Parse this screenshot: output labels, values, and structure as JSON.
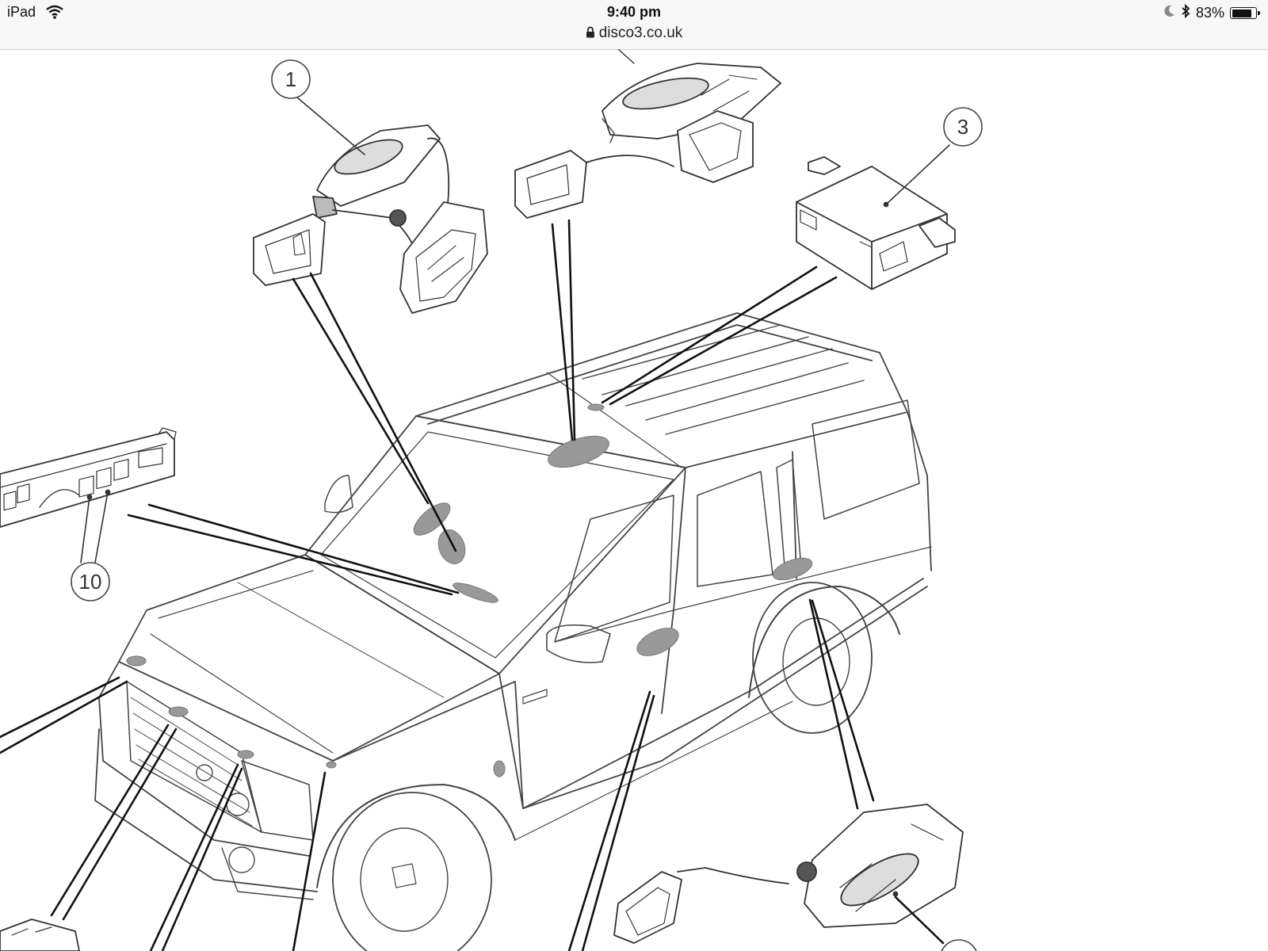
{
  "status_bar": {
    "device": "iPad",
    "time": "9:40 pm",
    "url": "disco3.co.uk",
    "battery_percent": "83%",
    "battery_level": 0.83
  },
  "icons": [
    "wifi-icon",
    "lock-icon",
    "moon-icon",
    "bluetooth-icon",
    "battery-icon"
  ],
  "callouts": [
    {
      "id": "callout-1",
      "label": "1"
    },
    {
      "id": "callout-3",
      "label": "3"
    },
    {
      "id": "callout-10",
      "label": "10"
    }
  ]
}
